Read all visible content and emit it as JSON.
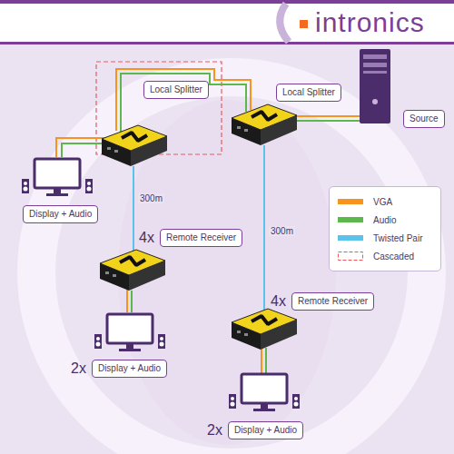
{
  "diagram": {
    "nodes": [
      {
        "text": [
          "Local Splitter"
        ]
      },
      {
        "text": [
          "Local Splitter"
        ]
      },
      {
        "text": [
          "Source"
        ]
      },
      {
        "text": [
          "Display + Audio"
        ]
      },
      {
        "text": [
          "4x",
          "Remote Receiver"
        ]
      },
      {
        "text": [
          "4x",
          "Remote Receiver"
        ]
      },
      {
        "text": [
          "2x",
          "Display + Audio"
        ]
      },
      {
        "text": [
          "2x",
          "Display + Audio"
        ]
      }
    ],
    "labels": [
      "intronics",
      "300m",
      "300m"
    ],
    "legend": [
      {
        "text": "VGA",
        "color": "#f7941d"
      },
      {
        "text": "Audio",
        "color": "#5cb84a"
      },
      {
        "text": "Twisted Pair",
        "color": "#5bc3ea"
      },
      {
        "text": "Cascaded"
      }
    ]
  }
}
